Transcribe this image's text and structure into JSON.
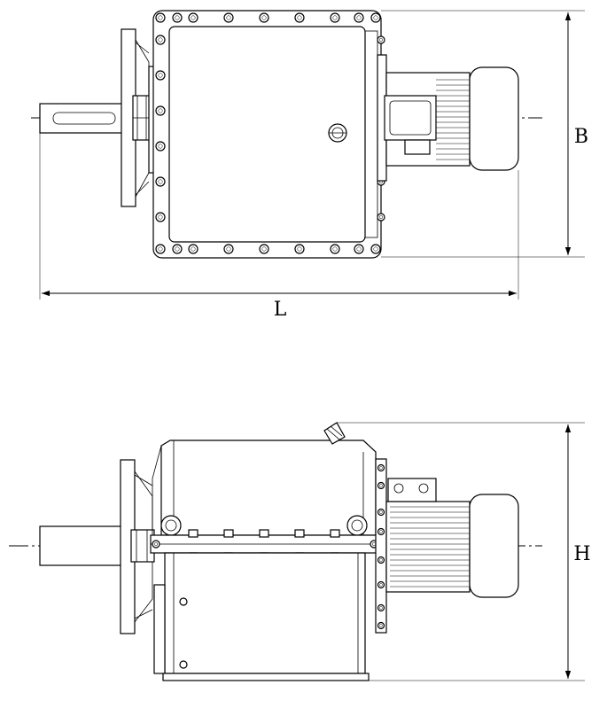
{
  "dimensions": {
    "length": "L",
    "width": "B",
    "height": "H"
  }
}
